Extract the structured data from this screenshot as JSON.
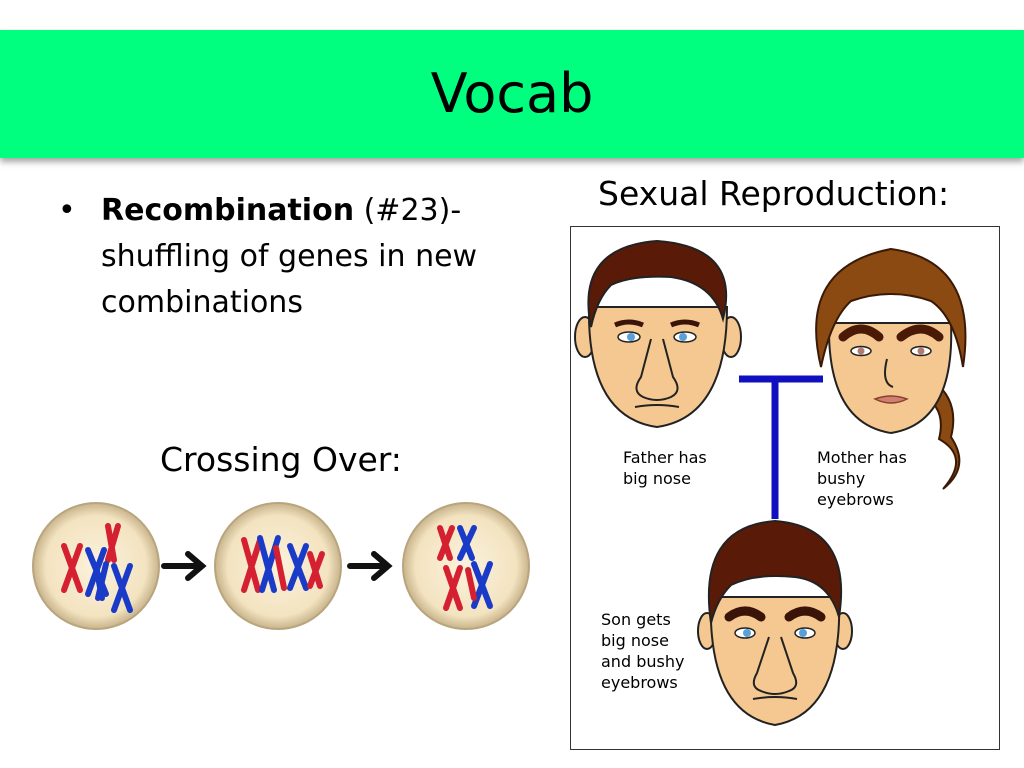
{
  "slide": {
    "title": "Vocab",
    "bullet": {
      "term": "Recombination",
      "ref": " (#23)-",
      "definition": "shuffling of genes in new combinations"
    },
    "crossing_over": {
      "label": "Crossing Over:"
    },
    "sexual_reproduction": {
      "label": "Sexual Reproduction:",
      "father_caption": "Father has\nbig nose",
      "mother_caption": "Mother has\nbushy\neyebrows",
      "son_caption": "Son gets\nbig nose\nand bushy\neyebrows"
    },
    "colors": {
      "title_band": "#00ff7f",
      "maternal_chromosome": "#d42030",
      "paternal_chromosome": "#1a3ac8",
      "cell_fill": "#f6e8c8",
      "skin": "#f4c890",
      "hair": "#5a1a08",
      "family_line": "#1010c0"
    }
  }
}
